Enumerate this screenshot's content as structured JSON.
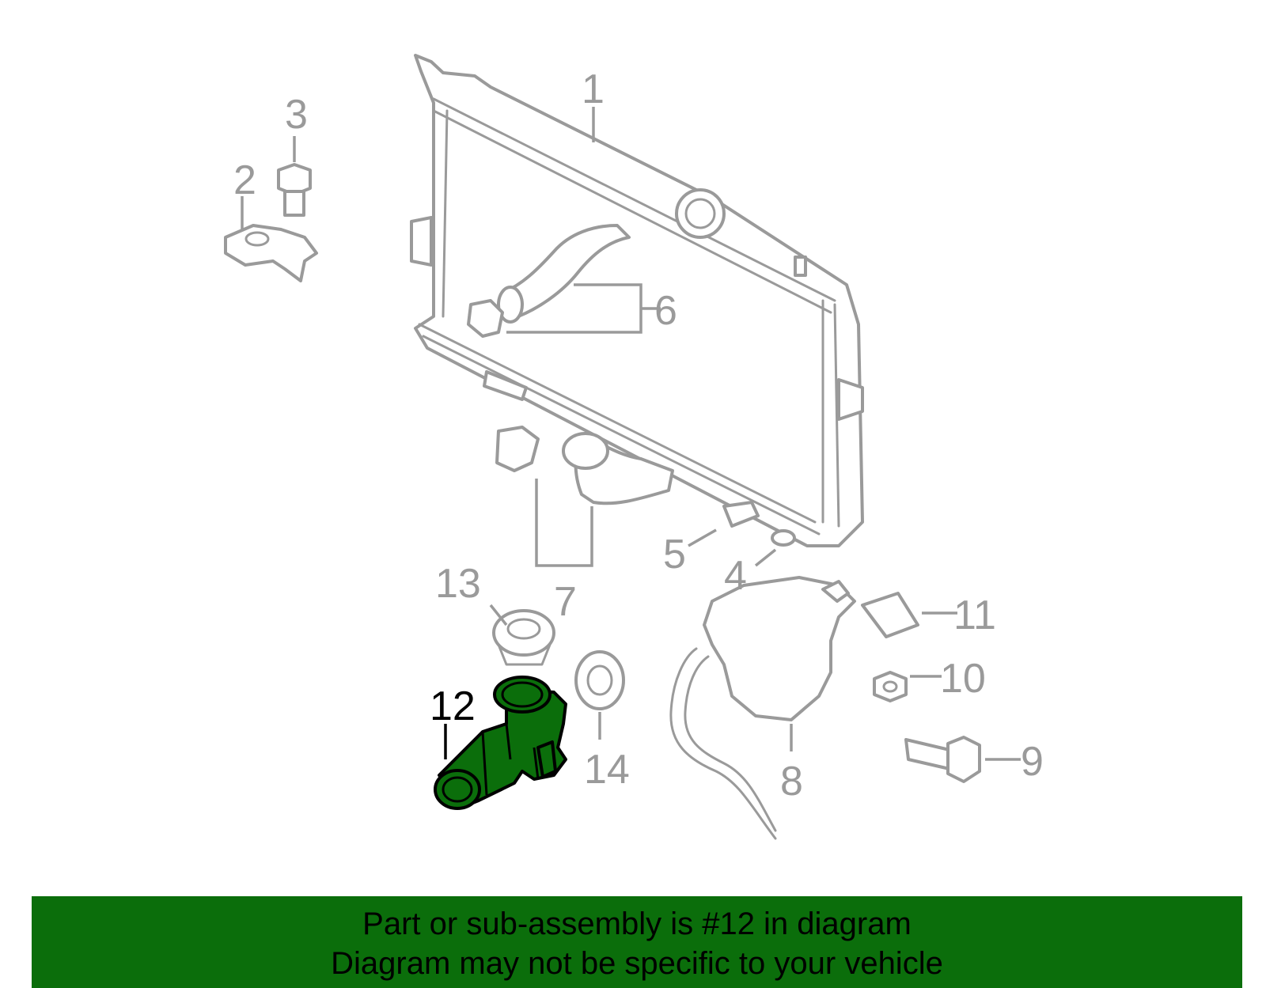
{
  "diagram": {
    "callouts": {
      "c1": "1",
      "c2": "2",
      "c3": "3",
      "c4": "4",
      "c5": "5",
      "c6": "6",
      "c7": "7",
      "c8": "8",
      "c9": "9",
      "c10": "10",
      "c11": "11",
      "c12": "12",
      "c13": "13",
      "c14": "14"
    },
    "highlighted_part": "12",
    "highlight_color": "#0b6e0b",
    "line_color": "#9a9a9a"
  },
  "caption": {
    "line1": "Part or sub-assembly is #12 in diagram",
    "line2": "Diagram may not be specific to your vehicle"
  }
}
